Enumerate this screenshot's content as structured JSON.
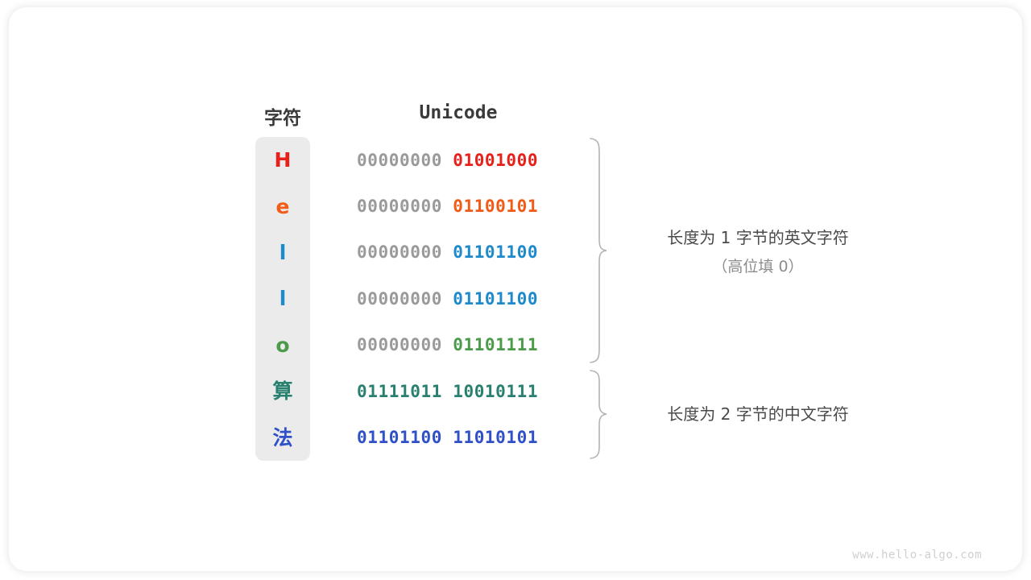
{
  "card": {
    "background": "#ffffff",
    "accent_gray": "#ebebeb"
  },
  "table": {
    "headers": {
      "character": "字符",
      "encoding": "Unicode"
    },
    "rows": [
      {
        "char": "H",
        "char_color": "#e8201a",
        "high_byte": "00000000",
        "low_byte": "01001000",
        "low_color": "#e8201a",
        "high_color": "#9a9a9a"
      },
      {
        "char": "e",
        "char_color": "#f25b17",
        "high_byte": "00000000",
        "low_byte": "01100101",
        "low_color": "#f25b17",
        "high_color": "#9a9a9a"
      },
      {
        "char": "l",
        "char_color": "#1f8acb",
        "high_byte": "00000000",
        "low_byte": "01101100",
        "low_color": "#1f8acb",
        "high_color": "#9a9a9a"
      },
      {
        "char": "l",
        "char_color": "#1f8acb",
        "high_byte": "00000000",
        "low_byte": "01101100",
        "low_color": "#1f8acb",
        "high_color": "#9a9a9a"
      },
      {
        "char": "o",
        "char_color": "#4b9b4b",
        "high_byte": "00000000",
        "low_byte": "01101111",
        "low_color": "#4b9b4b",
        "high_color": "#9a9a9a"
      },
      {
        "char": "算",
        "char_color": "#28806f",
        "high_byte": "01111011",
        "low_byte": "10010111",
        "low_color": "#28806f",
        "high_color": "#28806f"
      },
      {
        "char": "法",
        "char_color": "#2f50c8",
        "high_byte": "01101100",
        "low_byte": "11010101",
        "low_color": "#2f50c8",
        "high_color": "#2f50c8"
      }
    ]
  },
  "annotations": [
    {
      "line1": "长度为 1 字节的英文字符",
      "line2": "（高位填 0）"
    },
    {
      "line1": "长度为 2 字节的中文字符",
      "line2": ""
    }
  ],
  "footer": {
    "watermark": "www.hello-algo.com"
  }
}
